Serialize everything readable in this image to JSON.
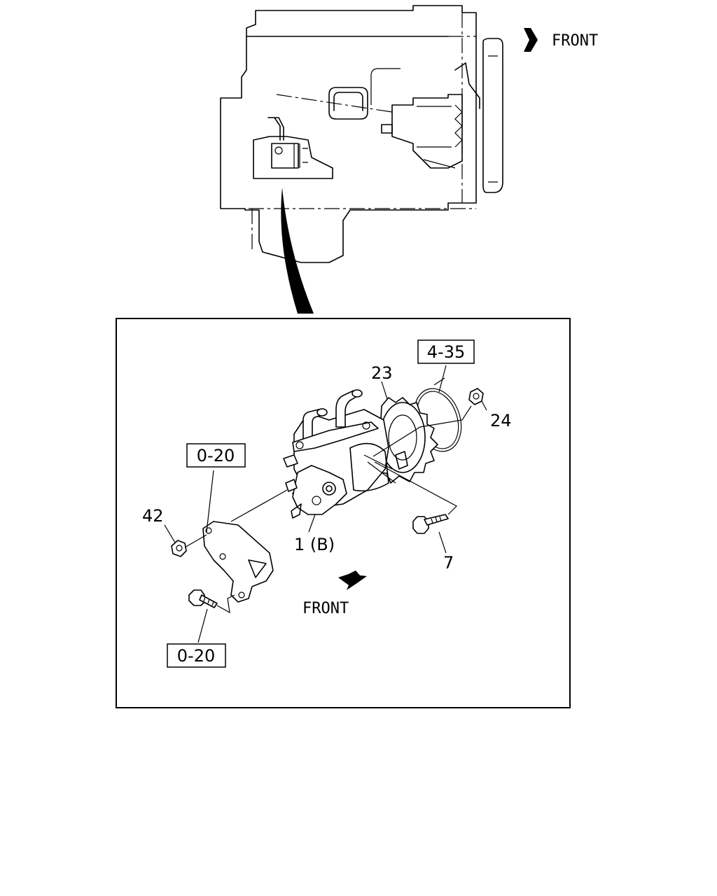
{
  "top_view": {
    "front_label": "FRONT"
  },
  "detail_view": {
    "front_label": "FRONT",
    "refs": {
      "ref_4_35": "4-35",
      "ref_0_20_upper": "0-20",
      "ref_0_20_lower": "0-20"
    },
    "callouts": {
      "part_23": "23",
      "part_24": "24",
      "part_42": "42",
      "part_1b": "1 (B)",
      "part_7": "7"
    }
  }
}
